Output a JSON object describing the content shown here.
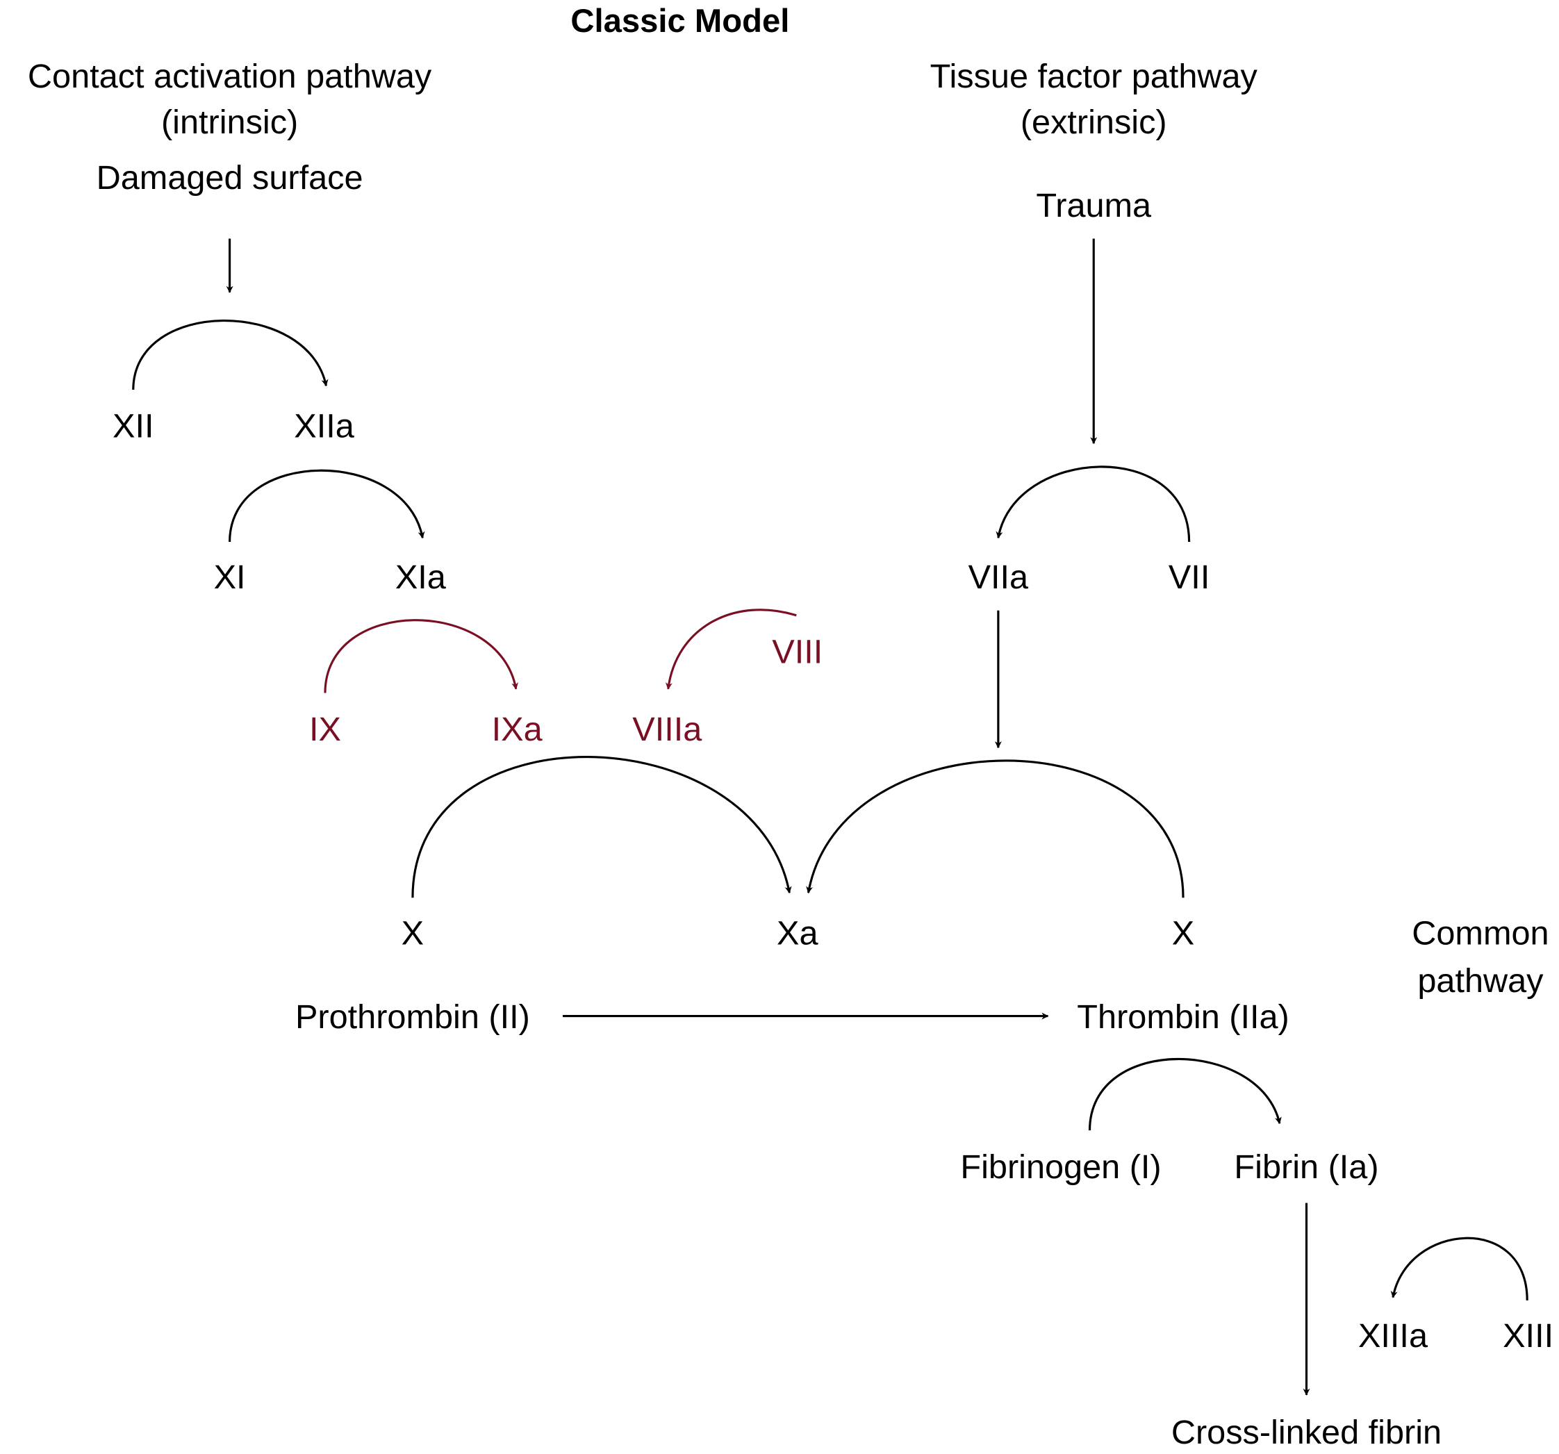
{
  "title": "Classic Model",
  "colors": {
    "primary": "#000000",
    "highlight": "#7a0f24"
  },
  "intrinsic": {
    "heading_line1": "Contact activation pathway",
    "heading_line2": "(intrinsic)",
    "trigger": "Damaged surface",
    "steps": [
      {
        "from": "XII",
        "to": "XIIa"
      },
      {
        "from": "XI",
        "to": "XIa"
      },
      {
        "from": "IX",
        "to": "IXa",
        "highlight": true
      }
    ]
  },
  "extrinsic": {
    "heading_line1": "Tissue factor pathway",
    "heading_line2": "(extrinsic)",
    "trigger": "Trauma",
    "steps": [
      {
        "from": "VII",
        "to": "VIIa"
      }
    ]
  },
  "cofactor": {
    "from": "VIII",
    "to": "VIIIa",
    "highlight": true
  },
  "common": {
    "label_line1": "Common",
    "label_line2": "pathway",
    "x_left": "X",
    "xa": "Xa",
    "x_right": "X",
    "prothrombin": "Prothrombin (II)",
    "thrombin": "Thrombin (IIa)",
    "fibrinogen": "Fibrinogen (I)",
    "fibrin": "Fibrin (Ia)",
    "xiiia": "XIIIa",
    "xiii": "XIII",
    "crosslinked": "Cross-linked fibrin"
  }
}
